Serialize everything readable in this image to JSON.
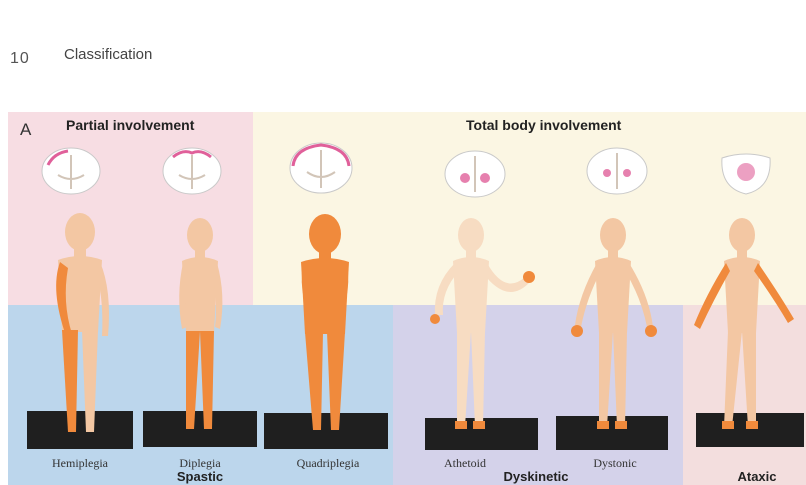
{
  "header": {
    "page_number": "10",
    "chapter_title": "Classification"
  },
  "figure": {
    "panel_label": "A",
    "headers": {
      "partial": "Partial involvement",
      "total": "Total body involvement"
    },
    "figures": [
      {
        "caption": "Hemiplegia"
      },
      {
        "caption": "Diplegia"
      },
      {
        "caption": "Quadriplegia"
      },
      {
        "caption": "Athetoid"
      },
      {
        "caption": "Dystonic"
      },
      {
        "caption": ""
      }
    ],
    "groups": {
      "spastic": "Spastic",
      "dyskinetic": "Dyskinetic",
      "ataxic": "Ataxic"
    }
  },
  "colors": {
    "skin": "#f3c7a3",
    "affected": "#f08a3c",
    "pedestal": "#1f1f1f",
    "brain_highlight": "#e0609a",
    "bg_pink": "#f7dde3",
    "bg_cream": "#fbf6e3",
    "bg_blue": "#bcd6ec",
    "bg_lavender": "#d4d2ea",
    "bg_pink_ataxic": "#f3dede"
  }
}
